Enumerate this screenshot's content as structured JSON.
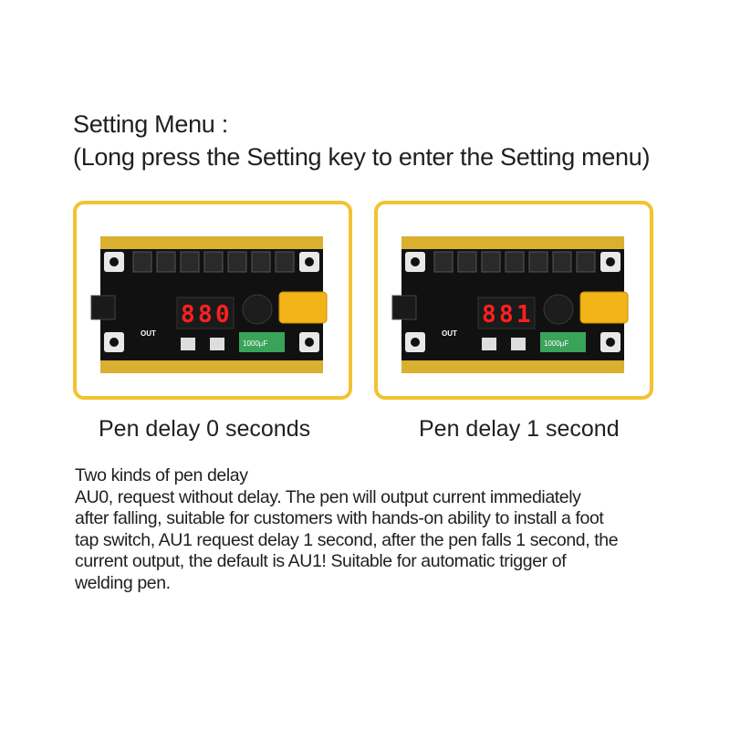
{
  "heading": {
    "line1": "Setting Menu :",
    "line2": "(Long press the Setting key to enter the Setting menu)"
  },
  "panels": [
    {
      "caption": "Pen delay 0 seconds",
      "display": [
        "8",
        "8",
        "0"
      ],
      "out_label": "OUT",
      "cap_label": "1000µF"
    },
    {
      "caption": "Pen delay 1 second",
      "display": [
        "8",
        "8",
        "1"
      ],
      "out_label": "OUT",
      "cap_label": "1000µF"
    }
  ],
  "description": {
    "lines": [
      "Two kinds of pen delay",
      "AU0, request without delay. The pen will output current immediately",
      "after falling, suitable for customers with hands-on ability to install a foot",
      "tap switch, AU1 request delay 1 second, after the pen falls 1 second, the",
      "current output, the default is AU1! Suitable for automatic trigger of",
      "welding pen."
    ]
  },
  "colors": {
    "frame": "#f2c230",
    "board": "#111111",
    "gold": "#d9b030",
    "led": "#ff2020",
    "connector": "#f2b418",
    "capacitor": "#3aa35a"
  }
}
